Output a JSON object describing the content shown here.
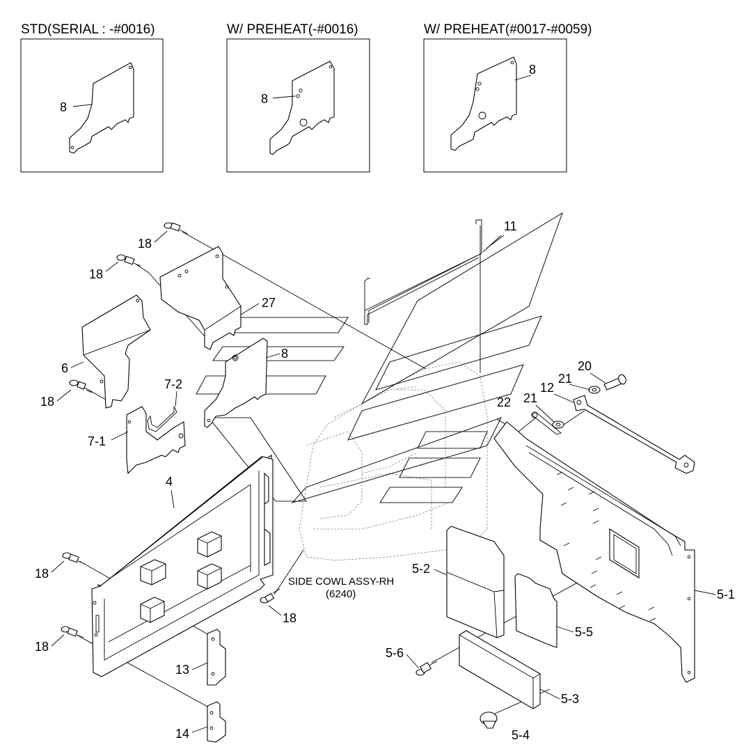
{
  "headers": {
    "std": "STD(SERIAL : -#0016)",
    "preheat_early": "W/ PREHEAT(-#0016)",
    "preheat_late": "W/ PREHEAT(#0017-#0059)"
  },
  "callouts": {
    "inset_std_8": "8",
    "inset_pre1_8": "8",
    "inset_pre2_8": "8",
    "p11": "11",
    "p18_a": "18",
    "p18_b": "18",
    "p27": "27",
    "p8": "8",
    "p6": "6",
    "p18_c": "18",
    "p7_2": "7-2",
    "p7_1": "7-1",
    "p4": "4",
    "p18_d": "18",
    "p18_e": "18",
    "p18_f": "18",
    "p13": "13",
    "p14": "14",
    "p20": "20",
    "p21_a": "21",
    "p12": "12",
    "p21_b": "21",
    "p22": "22",
    "p5_1": "5-1",
    "p5_2": "5-2",
    "p5_5": "5-5",
    "p5_6": "5-6",
    "p5_3": "5-3",
    "p5_4": "5-4"
  },
  "note": {
    "line1": "SIDE COWL ASSY-RH",
    "line2": "(6240)"
  }
}
